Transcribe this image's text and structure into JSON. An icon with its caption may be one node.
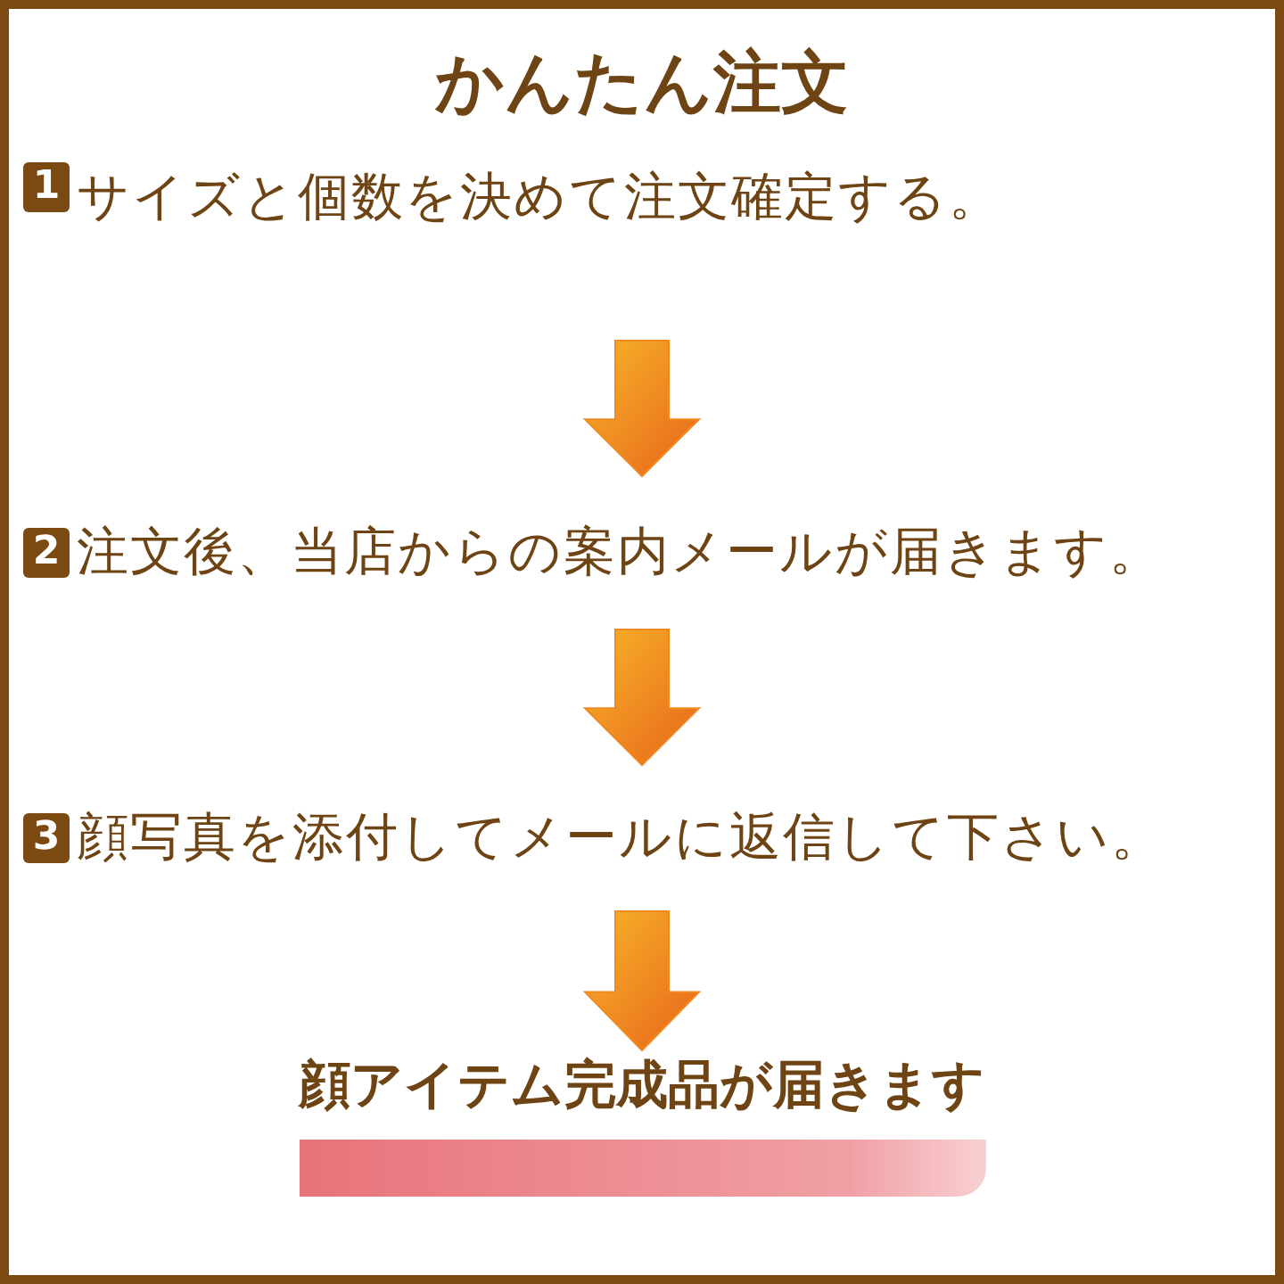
{
  "diagram": {
    "title": "かんたん注文",
    "nodes": [
      {
        "text": [
          "1",
          "サイズと個数を決めて注文確定する。"
        ]
      },
      {
        "text": [
          "2",
          "注文後、当店からの案内メールが届きます。"
        ]
      },
      {
        "text": [
          "3",
          "顔写真を添付してメールに返信して下さい。"
        ]
      },
      {
        "text": [
          "顔アイテム完成品が届きます"
        ]
      }
    ],
    "edges": [
      {
        "from": 0,
        "to": 1,
        "arrow": "to"
      },
      {
        "from": 1,
        "to": 2,
        "arrow": "to"
      },
      {
        "from": 2,
        "to": 3,
        "arrow": "to"
      }
    ]
  }
}
